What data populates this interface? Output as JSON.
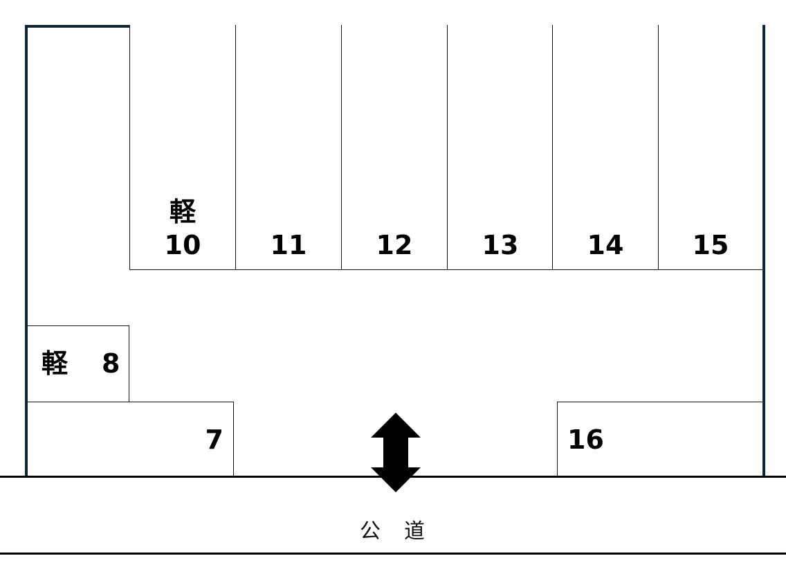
{
  "diagram": {
    "type": "parking-lot-layout",
    "colors": {
      "outer_border": "#0d2633",
      "stall_lines": "#111111",
      "text": "#000000",
      "background": "#ffffff"
    },
    "top_row_stalls": [
      {
        "number": "10",
        "kei": "軽"
      },
      {
        "number": "11"
      },
      {
        "number": "12"
      },
      {
        "number": "13"
      },
      {
        "number": "14"
      },
      {
        "number": "15"
      }
    ],
    "side_stalls": {
      "stall_8": {
        "number": "8",
        "kei": "軽"
      },
      "stall_7": {
        "number": "7"
      },
      "stall_16": {
        "number": "16"
      }
    },
    "entrance": {
      "icon": "double-arrow-up-down-icon"
    },
    "road": {
      "label": "公　道"
    }
  }
}
